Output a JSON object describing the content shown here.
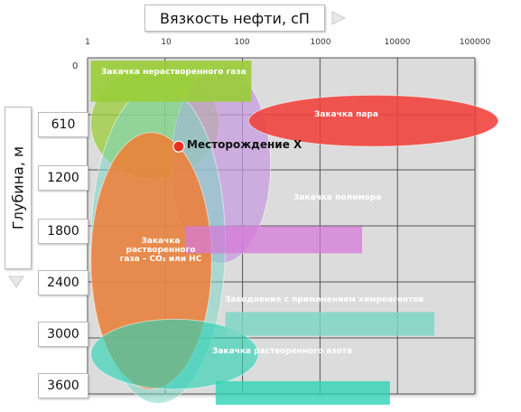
{
  "chart_data": {
    "type": "scatter",
    "x_axis": {
      "title": "Вязкость нефти, сП",
      "scale": "log",
      "ticks": [
        "1",
        "10",
        "100",
        "1000",
        "10000",
        "100000"
      ],
      "tick_values": [
        1,
        10,
        100,
        1000,
        10000,
        100000
      ],
      "range": [
        1,
        100000
      ]
    },
    "y_axis": {
      "title": "Глубина, м",
      "inverted": true,
      "ticks": [
        "0",
        "610",
        "1200",
        "1800",
        "2400",
        "3000",
        "3600"
      ],
      "tick_values": [
        0,
        610,
        1200,
        1800,
        2400,
        3000,
        3600
      ],
      "range": [
        0,
        3600
      ]
    },
    "grid": true,
    "regions": [
      {
        "label": "Закачка нерастворенного газа",
        "shape": "ellipse",
        "color": "#9ACD3A",
        "opacity": 0.75,
        "x_range": [
          1.1,
          50
        ],
        "y_range": [
          100,
          1300
        ]
      },
      {
        "label": "Закачка полимера",
        "shape": "ellipse",
        "color": "#C79BE0",
        "opacity": 0.72,
        "x_range": [
          12,
          230
        ],
        "y_range": [
          100,
          2200
        ]
      },
      {
        "label": "Заводнение с применением химреагентов",
        "shape": "ellipse",
        "color": "#7ED6C4",
        "opacity": 0.55,
        "x_range": [
          1.1,
          60
        ],
        "y_range": [
          300,
          3700
        ]
      },
      {
        "label": "Закачка растворенного газа – CO₂ или НС",
        "shape": "ellipse",
        "color": "#F47A30",
        "opacity": 0.82,
        "x_range": [
          1.1,
          40
        ],
        "y_range": [
          800,
          3550
        ]
      },
      {
        "label": "Закачка растворенного азота",
        "shape": "ellipse",
        "color": "#2FD3B5",
        "opacity": 0.65,
        "x_range": [
          1.1,
          160
        ],
        "y_range": [
          2800,
          3550
        ]
      },
      {
        "label": "Закачка пара",
        "shape": "ellipse",
        "color": "#F0403A",
        "opacity": 0.88,
        "x_range": [
          120,
          200000
        ],
        "y_range": [
          400,
          950
        ]
      }
    ],
    "points": [
      {
        "label": "Месторождение Х",
        "x": 15,
        "y": 950,
        "color": "#E8321E"
      }
    ],
    "legend": "none"
  },
  "labels": {
    "gas_immiscible": "Закачка нерастворенного газа",
    "steam": "Закачка пара",
    "polymer": "Закачка полимера",
    "chem": "Заводнение с применением химреагентов",
    "miscible_1": "Закачка",
    "miscible_2": "растворенного",
    "miscible_3": "газа – CO₂ или НС",
    "nitrogen": "Закачка растворенного азота",
    "field": "Месторождение Х"
  }
}
